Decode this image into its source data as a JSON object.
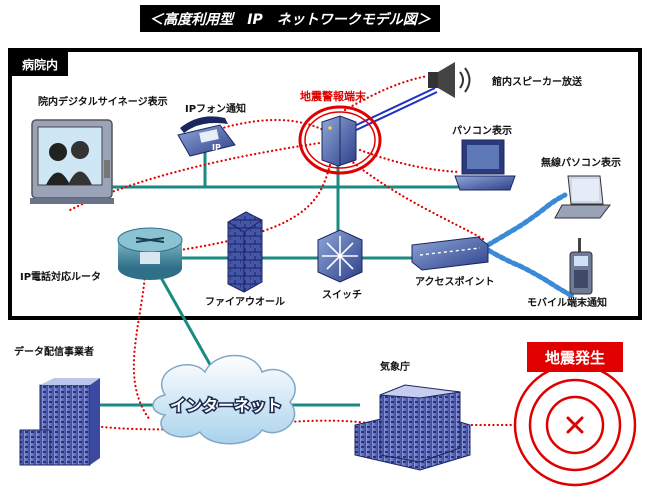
{
  "title": "＜高度利用型　IP　ネットワークモデル図＞",
  "hospital_label": "病院内",
  "labels": {
    "digital_signage": "院内デジタルサイネージ表示",
    "ip_phone": "IPフォン通知",
    "earthquake_terminal": "地震警報端末",
    "speaker": "館内スピーカー放送",
    "pc_display": "パソコン表示",
    "wireless_pc": "無線パソコン表示",
    "router": "IP電話対応ルータ",
    "firewall": "ファイアウオール",
    "switch": "スイッチ",
    "access_point": "アクセスポイント",
    "mobile": "モバイル端末通知",
    "data_provider": "データ配信事業者",
    "jma": "気象庁",
    "internet": "インターネット",
    "earthquake": "地震発生",
    "ip_phone_badge": "IP"
  },
  "colors": {
    "title_bg": "#000000",
    "network_line": "#1b8a80",
    "alert_red": "#e00000",
    "cable_blue": "#2030c0"
  }
}
